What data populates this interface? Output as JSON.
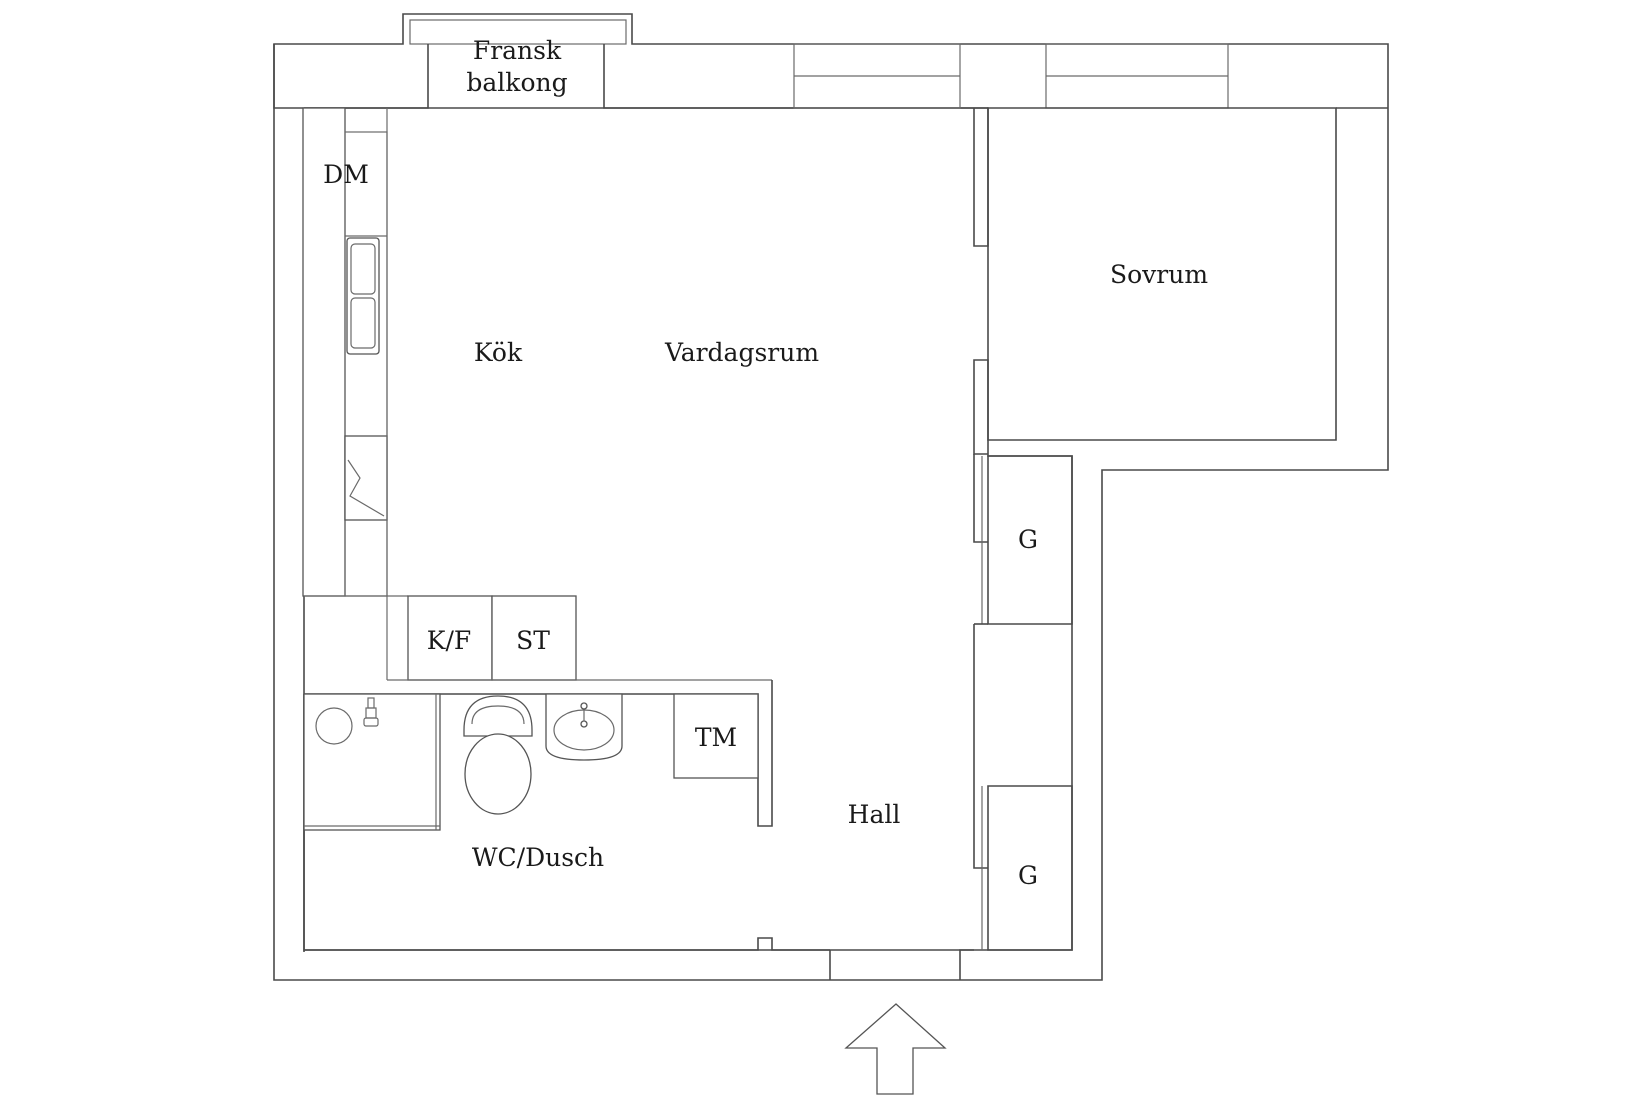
{
  "rooms": {
    "balcony_line1": "Fransk",
    "balcony_line2": "balkong",
    "dishwasher": "DM",
    "kitchen": "Kök",
    "living_room": "Vardagsrum",
    "bedroom": "Sovrum",
    "fridge_freezer": "K/F",
    "storage": "ST",
    "washing_machine": "TM",
    "hall": "Hall",
    "bathroom": "WC/Dusch",
    "wardrobe_upper": "G",
    "wardrobe_lower": "G"
  },
  "icons": {
    "entrance": "up-arrow-icon"
  },
  "colors": {
    "walls": "#4a4a4a",
    "labels": "#1a1a1a",
    "background": "#ffffff"
  }
}
